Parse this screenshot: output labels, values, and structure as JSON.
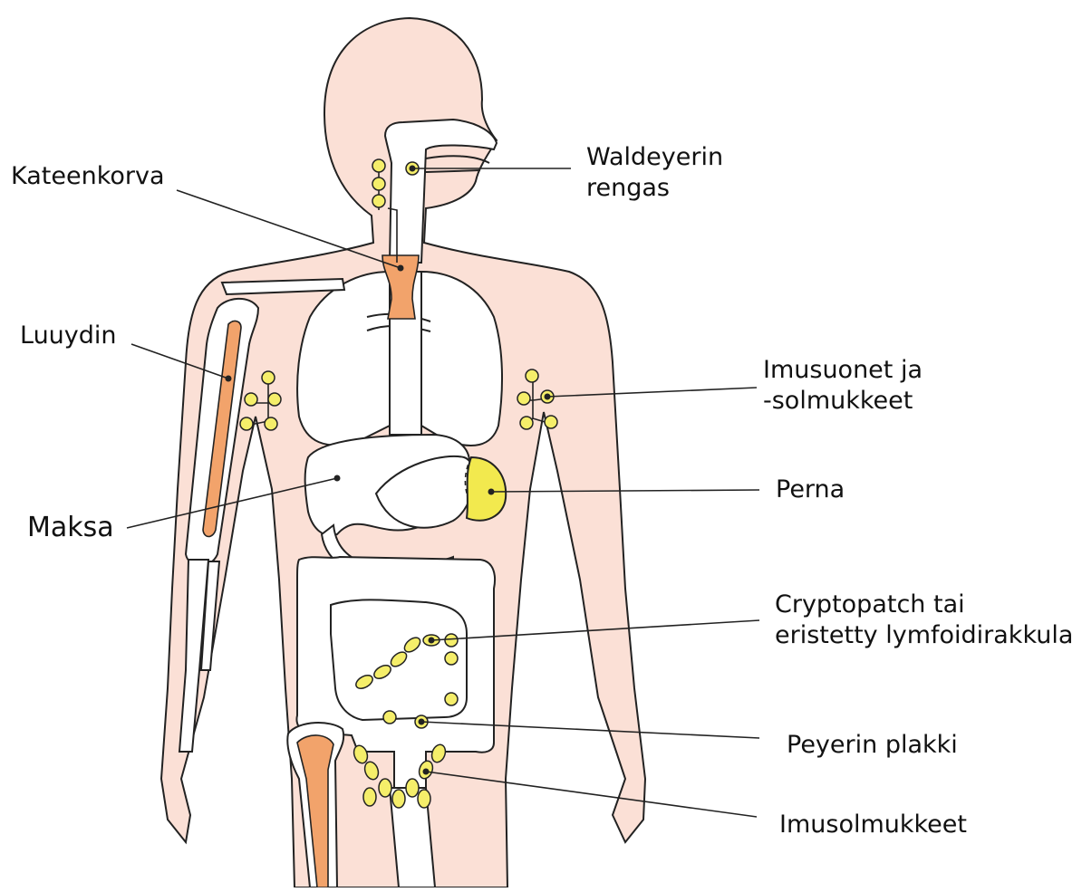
{
  "diagram": {
    "labels": {
      "waldeyer": [
        "Waldeyerin",
        "rengas"
      ],
      "kateenkorva": "Kateenkorva",
      "luuydin": "Luuydin",
      "imusuonet": [
        "Imusuonet ja",
        "-solmukkeet"
      ],
      "perna": "Perna",
      "maksa": "Maksa",
      "cryptopatch": [
        "Cryptopatch tai",
        "eristetty lymfoidirakkula"
      ],
      "peyer": "Peyerin plakki",
      "imusolmukkeet": "Imusolmukkeet"
    },
    "colors": {
      "skin": "#fbe0d6",
      "outline": "#222222",
      "organ_fill": "#ffffff",
      "thymus_marrow": "#f2a36b",
      "lymph_node": "#f5ee6a",
      "spleen": "#f2e94e",
      "leader_line": "#222222"
    }
  }
}
